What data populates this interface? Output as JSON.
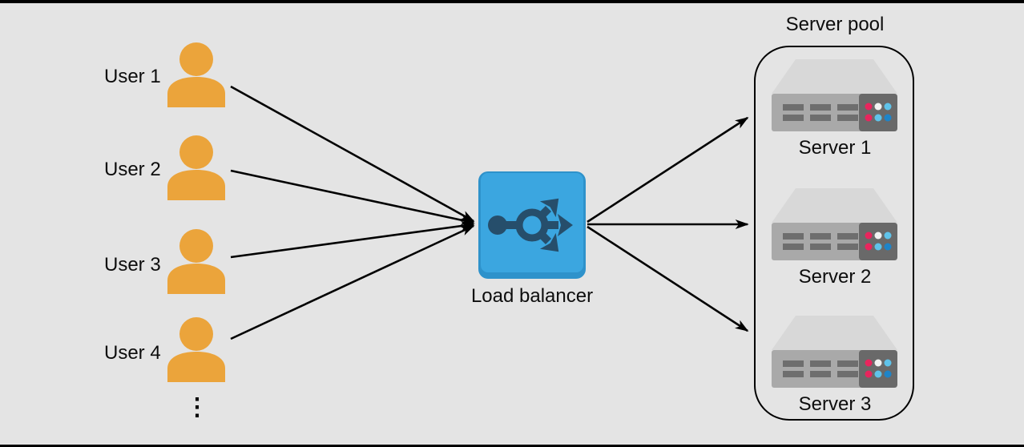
{
  "diagram": {
    "type": "load-balancer-architecture"
  },
  "users": {
    "items": [
      {
        "label": "User 1"
      },
      {
        "label": "User 2"
      },
      {
        "label": "User 3"
      },
      {
        "label": "User 4"
      }
    ],
    "more_indicator": "⋮"
  },
  "load_balancer": {
    "label": "Load balancer",
    "icon": "branching-arrows-icon"
  },
  "server_pool": {
    "title": "Server pool",
    "servers": [
      {
        "label": "Server 1"
      },
      {
        "label": "Server 2"
      },
      {
        "label": "Server 3"
      }
    ]
  },
  "colors": {
    "background": "#E4E4E4",
    "frame": "#000000",
    "arrow": "#000000",
    "text": "#0D0D0D",
    "user_icon": "#EBA43B",
    "lb_edge": "#2E92CB",
    "lb_face": "#3BA6E0",
    "lb_glyph": "#264E6B",
    "server_top": "#D8D8D8",
    "server_front": "#A9A9A9",
    "server_vent": "#6E6E6E",
    "server_panel": "#696969",
    "led_1": "#E8255D",
    "led_2": "#F2F2F2",
    "led_3": "#5FC3EA",
    "led_4": "#E8255D",
    "led_5": "#5FC3EA",
    "led_6": "#1E84C8"
  }
}
